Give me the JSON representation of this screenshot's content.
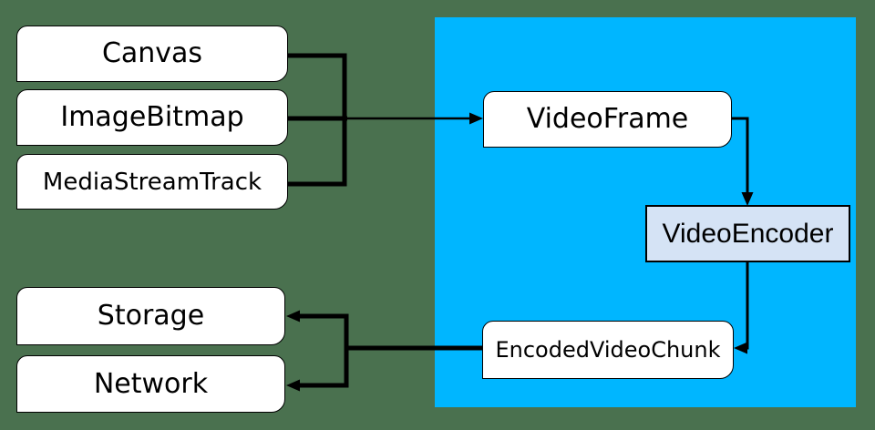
{
  "colors": {
    "background": "#4A714F",
    "region": "#00B6FF",
    "node_fill": "#FFFFFF",
    "encoder_fill": "#D5E3F5",
    "line": "#000000",
    "text": "#000000"
  },
  "nodes": {
    "sources": [
      {
        "label": "Canvas"
      },
      {
        "label": "ImageBitmap"
      },
      {
        "label": "MediaStreamTrack"
      }
    ],
    "frame": {
      "label": "VideoFrame"
    },
    "encoder": {
      "label": "VideoEncoder"
    },
    "chunk": {
      "label": "EncodedVideoChunk"
    },
    "sinks": [
      {
        "label": "Storage"
      },
      {
        "label": "Network"
      }
    ]
  }
}
